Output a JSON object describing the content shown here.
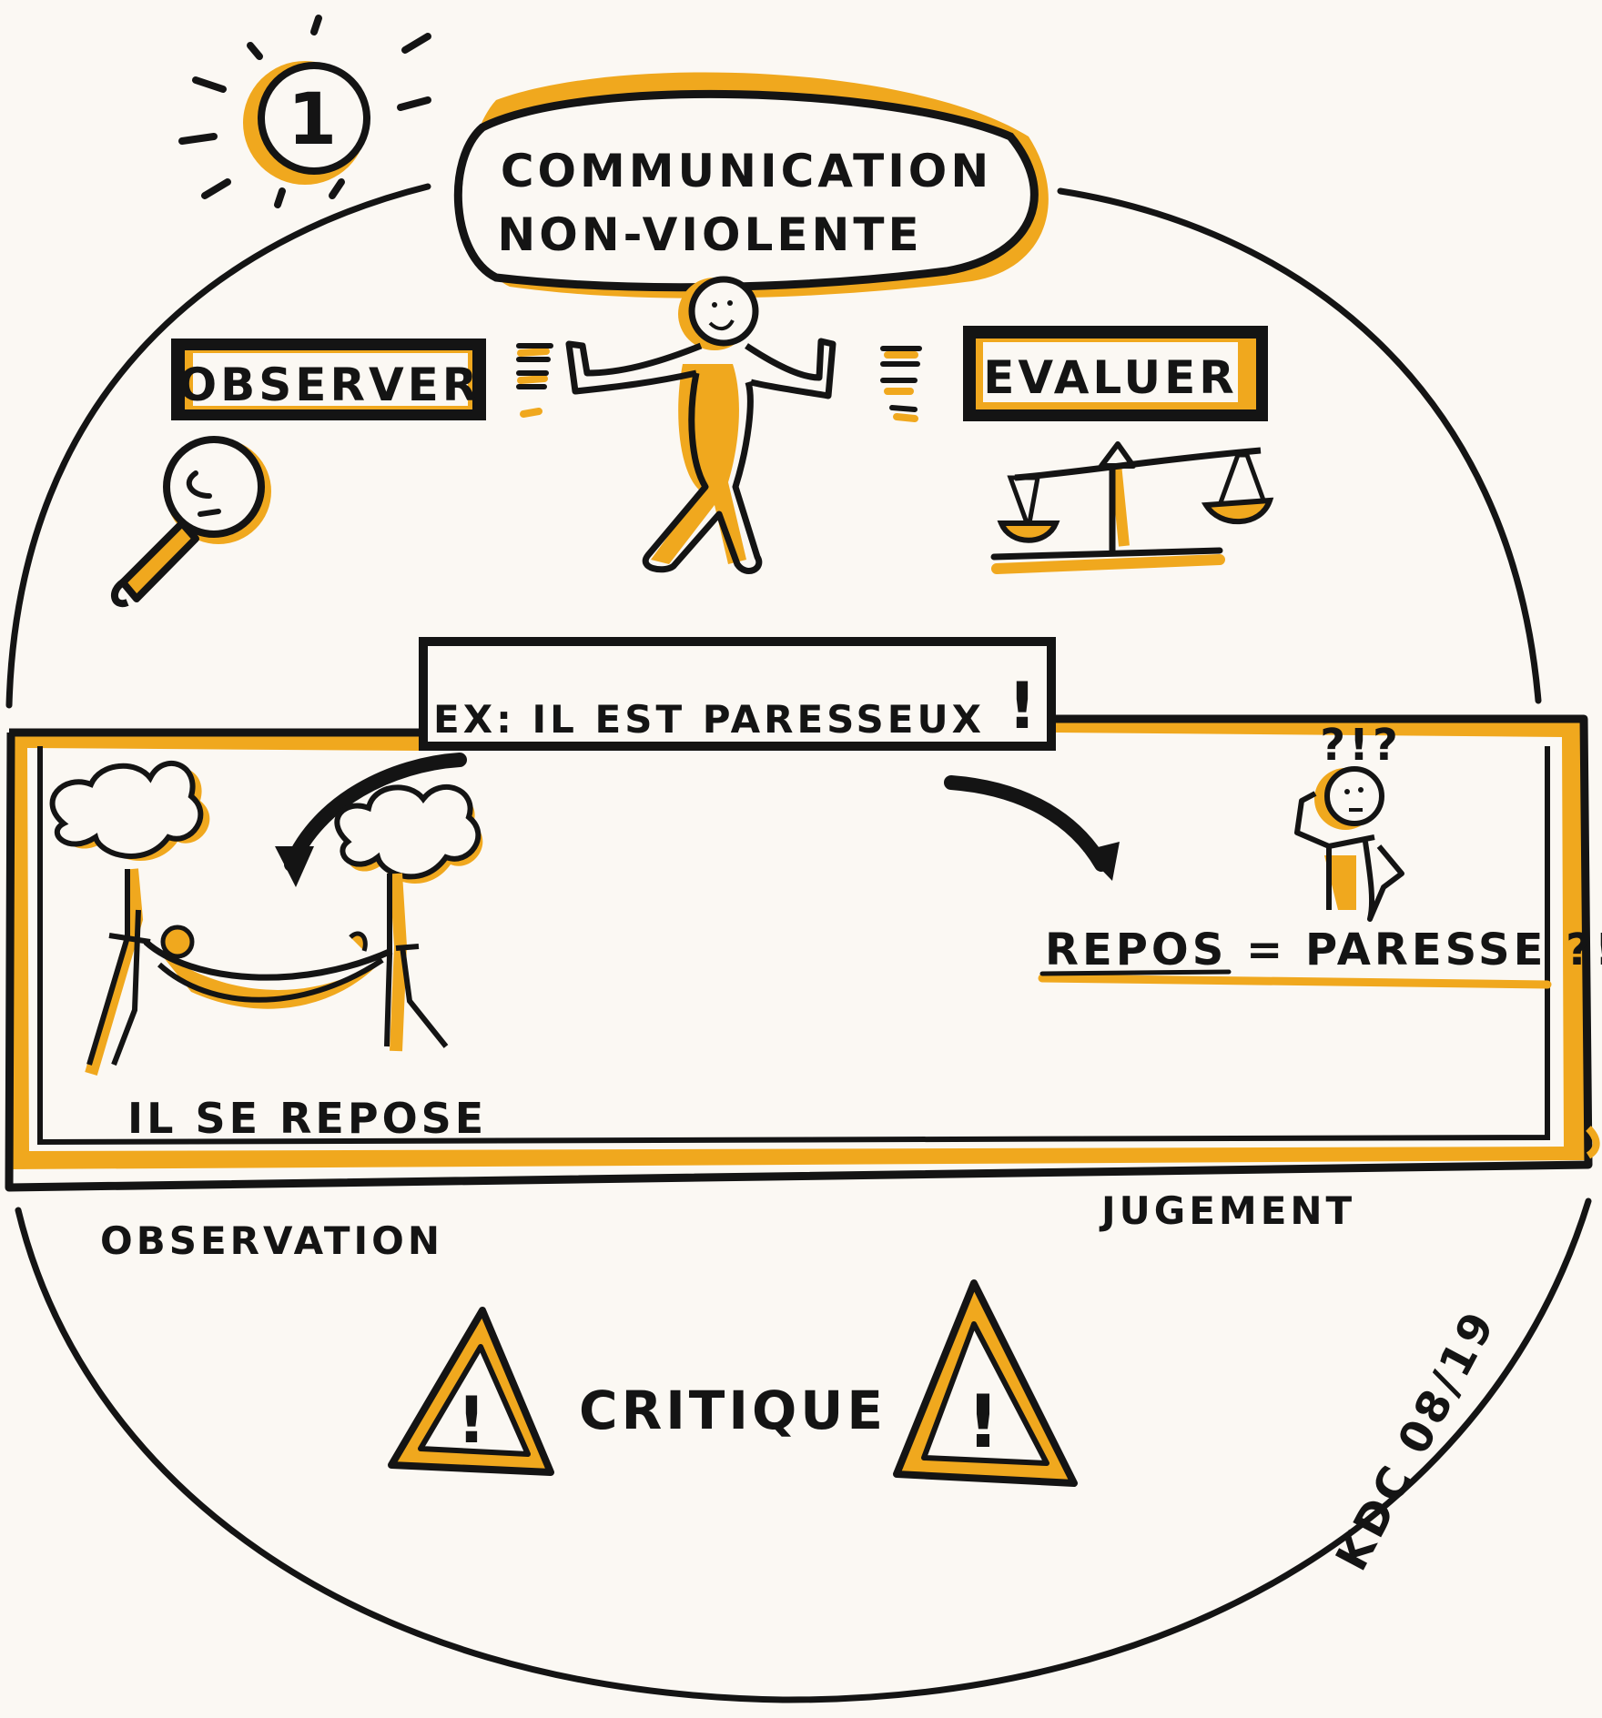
{
  "step_badge": "1",
  "title": {
    "line1": "COMMUNICATION",
    "line2": "NON-VIOLENTE"
  },
  "observer_label": "OBSERVER",
  "evaluer_label": "EVALUER",
  "example_label": "EX: IL EST PARESSEUX",
  "example_exclaim": "!",
  "judgement_marks": "?!?",
  "hammock_caption": "IL SE REPOSE",
  "judgement_caption": "REPOS = PARESSE ?!",
  "observation_label": "OBSERVATION",
  "jugement_label": "JUGEMENT",
  "critique_label": "CRITIQUE",
  "warning_symbol": "!",
  "signature": "KDC 08/19",
  "colors": {
    "ink": "#141414",
    "accent": "#f0a81e",
    "paper": "#fbf8f3"
  },
  "icons": [
    "sun-icon",
    "magnifier-icon",
    "stick-figure-icon",
    "scale-icon",
    "hammock-icon",
    "confused-figure-icon",
    "warning-icon"
  ]
}
